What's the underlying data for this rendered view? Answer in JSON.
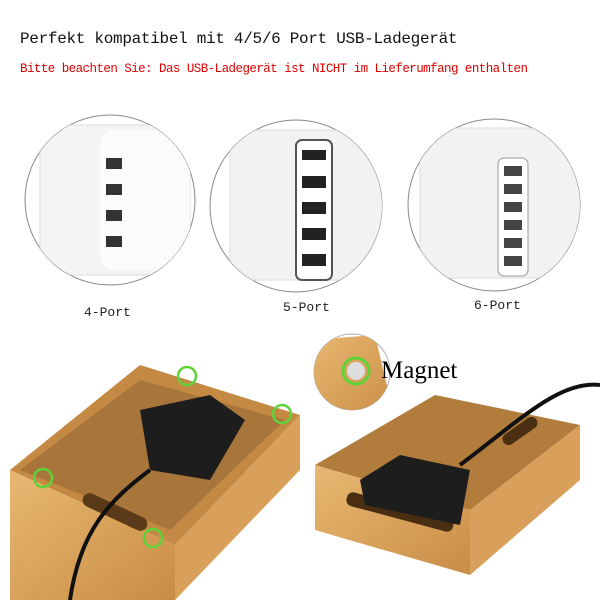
{
  "header": {
    "title": "Perfekt kompatibel mit 4/5/6 Port USB-Ladegerät",
    "notice": "Bitte beachten Sie: Das USB-Ladegerät ist NICHT im Lieferumfang enthalten"
  },
  "chargers": [
    {
      "label": "4-Port",
      "ports": 4
    },
    {
      "label": "5-Port",
      "ports": 5
    },
    {
      "label": "6-Port",
      "ports": 6
    }
  ],
  "callout": {
    "label": "Magnet"
  },
  "colors": {
    "notice": "#e00000",
    "highlight": "#5fd23a",
    "bamboo": "#d9a45c",
    "charger": "#1e1e1e"
  }
}
